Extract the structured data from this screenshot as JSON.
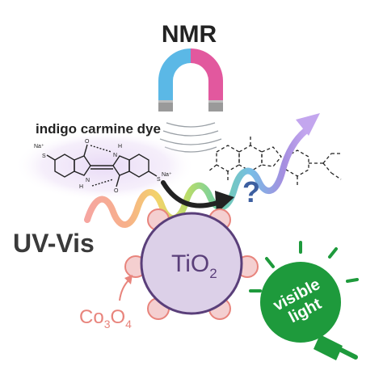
{
  "labels": {
    "nmr": "NMR",
    "dye": "indigo carmine dye",
    "uv_vis": "UV-Vis",
    "tio2_main": "TiO",
    "tio2_sub": "2",
    "co_a": "Co",
    "co_sub1": "3",
    "co_b": "O",
    "co_sub2": "4",
    "question": "?",
    "visible": "visible",
    "light": "light",
    "na1": "Na⁺",
    "na2": "Na⁺",
    "atom_s1": "S",
    "atom_s2": "S",
    "atom_n1": "N",
    "atom_n2": "N",
    "atom_o1": "O",
    "atom_o2": "O",
    "atom_h1": "H",
    "atom_h2": "H"
  },
  "colors": {
    "magnet_blue": "#5bb8e6",
    "magnet_pink": "#e2589e",
    "magnet_pole": "#9a9a9a",
    "tio2_fill": "#dcd0e8",
    "tio2_stroke": "#5a3f7a",
    "co3o4_fill": "#f4cfd0",
    "co3o4_stroke": "#e8847c",
    "bulb_green": "#1e9a3c",
    "arrow_dark": "#222222",
    "question_blue": "#3d5fa0"
  },
  "icons": {
    "magnet": "magnet-icon",
    "bulb": "light-bulb-icon"
  }
}
